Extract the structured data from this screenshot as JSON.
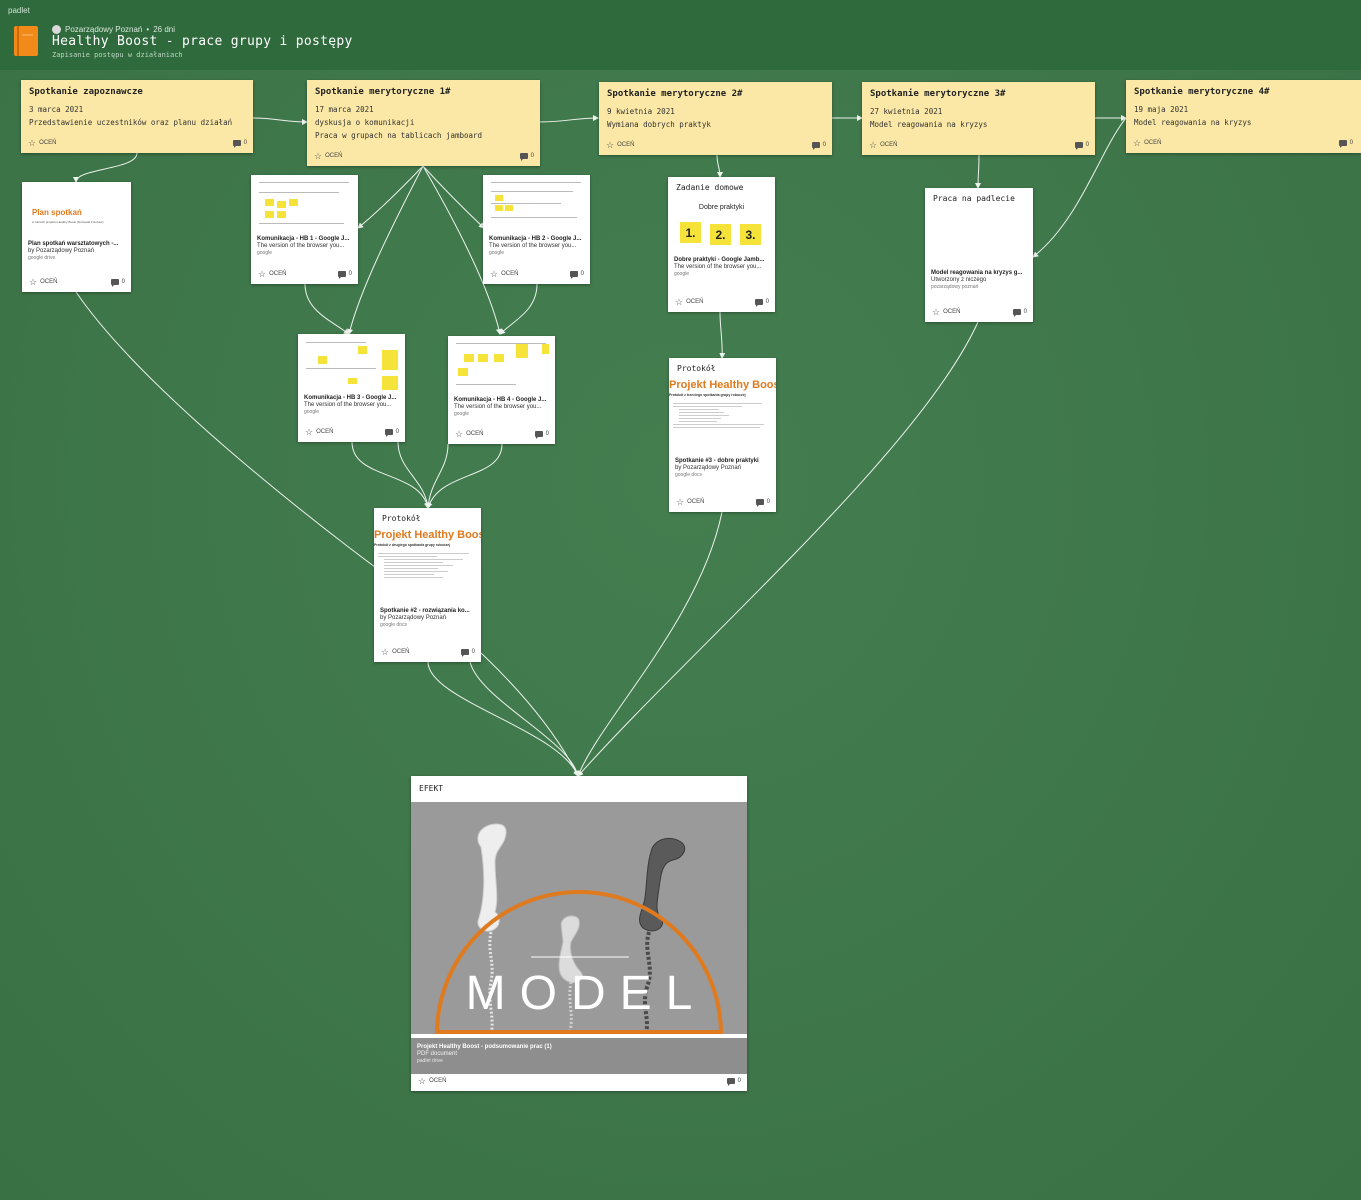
{
  "app": {
    "brand": "padlet"
  },
  "board": {
    "author": "Pozarządowy Poznań",
    "age": "26 dni",
    "title": "Healthy Boost - prace grupy i postępy",
    "subtitle": "Zapisanie postępu w działaniach"
  },
  "labels": {
    "rate": "OCEŃ",
    "comment_count": "0"
  },
  "meetings": [
    {
      "title": "Spotkanie zapoznawcze",
      "date": "3 marca 2021",
      "body": "Przedstawienie uczestników oraz planu działań"
    },
    {
      "title": "Spotkanie merytoryczne 1#",
      "date": "17 marca 2021",
      "body": "dyskusja o komunikacji\nPraca w grupach na tablicach jamboard"
    },
    {
      "title": "Spotkanie merytoryczne 2#",
      "date": "9 kwietnia 2021",
      "body": "Wymiana dobrych praktyk"
    },
    {
      "title": "Spotkanie merytoryczne 3#",
      "date": "27 kwietnia 2021",
      "body": "Model reagowania na kryzys"
    },
    {
      "title": "Spotkanie merytoryczne 4#",
      "date": "19 maja 2021",
      "body": "Model reagowania na kryzys"
    }
  ],
  "plan_card": {
    "preview_title": "Plan spotkań",
    "preview_sub": "w ramach projektu Healthy Boost (Norweski Fundusz)",
    "link_title": "Plan spotkań warsztatowych -...",
    "link_desc": "by Pozarządowy Poznań",
    "source": "google drive"
  },
  "jamboards": [
    {
      "link_title": "Komunikacja - HB 1 - Google J...",
      "link_desc": "The version of the browser you...",
      "source": "google"
    },
    {
      "link_title": "Komunikacja - HB 2 - Google J...",
      "link_desc": "The version of the browser you...",
      "source": "google"
    },
    {
      "link_title": "Komunikacja - HB 3 - Google J...",
      "link_desc": "The version of the browser you...",
      "source": "google"
    },
    {
      "link_title": "Komunikacja - HB 4 - Google J...",
      "link_desc": "The version of the browser you...",
      "source": "google"
    }
  ],
  "homework": {
    "title": "Zadanie domowe",
    "preview_title": "Dobre praktyki",
    "numbers": [
      "1.",
      "2.",
      "3."
    ],
    "link_title": "Dobre praktyki - Google Jamb...",
    "link_desc": "The version of the browser you...",
    "source": "google"
  },
  "padlet_work": {
    "title": "Praca na padlecie",
    "link_title": "Model reagowania na kryzys g...",
    "link_desc": "Utworzony z niczego",
    "source": "pozarządowy poznań"
  },
  "protocol_2": {
    "title": "Protokół",
    "preview_title": "Projekt Healthy Boost",
    "preview_sub": "Protokół z drugiego spotkania grupy roboczej",
    "link_title": "Spotkanie #2 - rozwiązania ko...",
    "link_desc": "by Pozarządowy Poznań",
    "source": "google docs"
  },
  "protocol_3": {
    "title": "Protokół",
    "preview_title": "Projekt Healthy Boost",
    "preview_sub": "Protokół z trzeciego spotkania grupy roboczej",
    "link_title": "Spotkanie #3 - dobre praktyki",
    "link_desc": "by Pozarządowy Poznań",
    "source": "google docs"
  },
  "effect": {
    "title": "EFEKT",
    "image_word": "MODEL",
    "link_title": "Projekt Healthy Boost - podsumowanie prac (1)",
    "link_desc": "PDF document",
    "source": "padlet drive"
  },
  "colors": {
    "background": "#3e7a4a",
    "topbar": "#2f6a3d",
    "yellow_card": "#fbe8a6",
    "accent_orange": "#e07a1f",
    "sticky": "#f5e33a"
  }
}
